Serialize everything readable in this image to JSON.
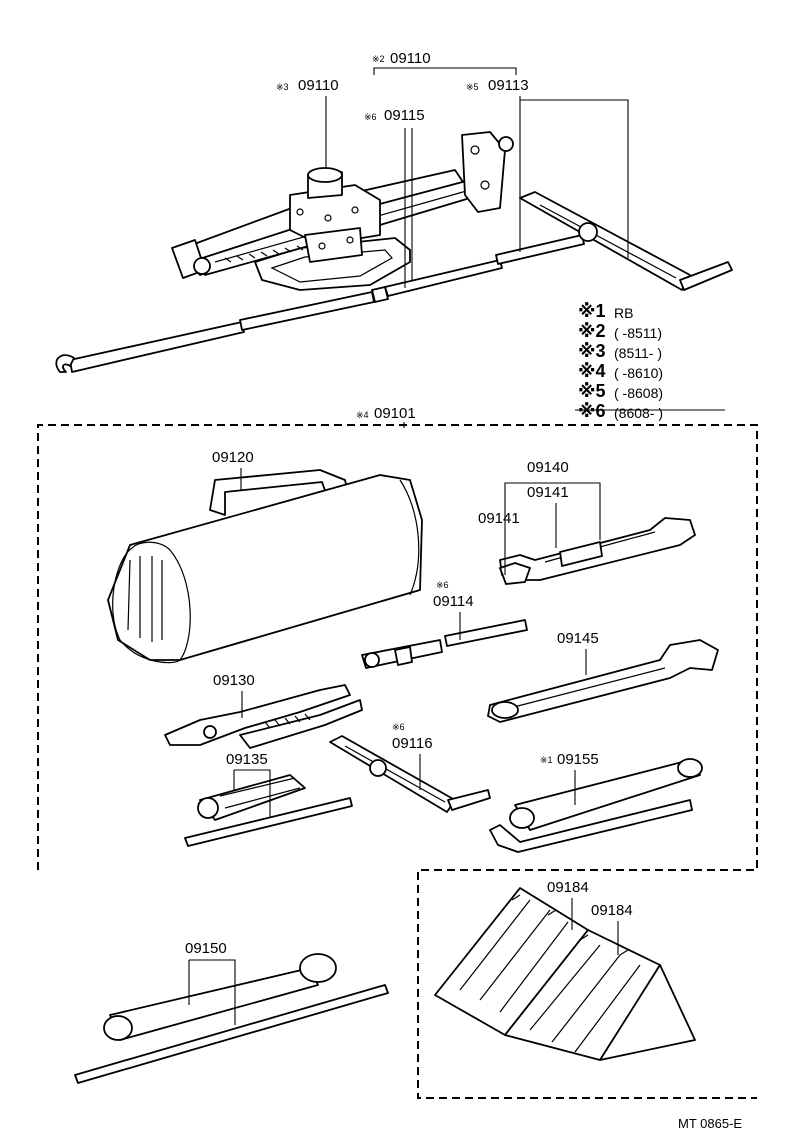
{
  "callouts": {
    "jack_assy": "09110",
    "jack_assy_mark": "※2",
    "jack": "09110",
    "jack_mark": "※3",
    "jack_handle": "09113",
    "jack_handle_mark": "※5",
    "handle_ext": "09115",
    "handle_ext_mark": "※6",
    "tool_kit": "09101",
    "tool_kit_mark": "※4",
    "tool_bag": "09120",
    "wrench_set": "09140",
    "wrench_a": "09141",
    "wrench_b": "09141",
    "rod": "09114",
    "rod_mark": "※6",
    "adj_wrench": "09145",
    "pliers": "09130",
    "jack_handle_2": "09116",
    "jack_handle_2_mark": "※6",
    "screwdriver": "09135",
    "wheel_nut_wrench": "09155",
    "wheel_nut_wrench_mark": "※1",
    "lug_wrench": "09150",
    "chock_a": "09184",
    "chock_b": "09184"
  },
  "legend": [
    {
      "mark": "※1",
      "text": "RB"
    },
    {
      "mark": "※2",
      "text": "(       -8511)"
    },
    {
      "mark": "※3",
      "text": "(8511-       )"
    },
    {
      "mark": "※4",
      "text": "(       -8610)"
    },
    {
      "mark": "※5",
      "text": "(       -8608)"
    },
    {
      "mark": "※6",
      "text": "(8608-       )"
    }
  ],
  "figure_code": "MT 0865-E"
}
